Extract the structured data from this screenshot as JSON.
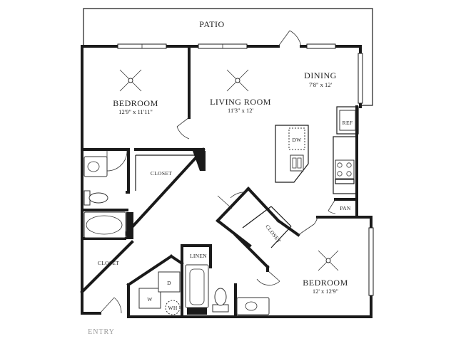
{
  "rooms": {
    "patio": {
      "name": "PATIO"
    },
    "dining": {
      "name": "DINING",
      "size": "7'8\" x 12'"
    },
    "living": {
      "name": "LIVING ROOM",
      "size": "11'3\" x 12'"
    },
    "bedroom1": {
      "name": "BEDROOM",
      "size": "12'9\" x 11'11\""
    },
    "bedroom2": {
      "name": "BEDROOM",
      "size": "12' x 12'9\""
    }
  },
  "fixtures": {
    "closet_upper": "CLOSET",
    "closet_lower": "CLOSET",
    "closet_diag": "CLOSET",
    "linen": "LINEN",
    "pantry": "PAN",
    "refrigerator": "REF",
    "dishwasher": "DW",
    "washer": "W",
    "dryer": "D",
    "water_heater": "WH"
  },
  "entry": "ENTRY"
}
